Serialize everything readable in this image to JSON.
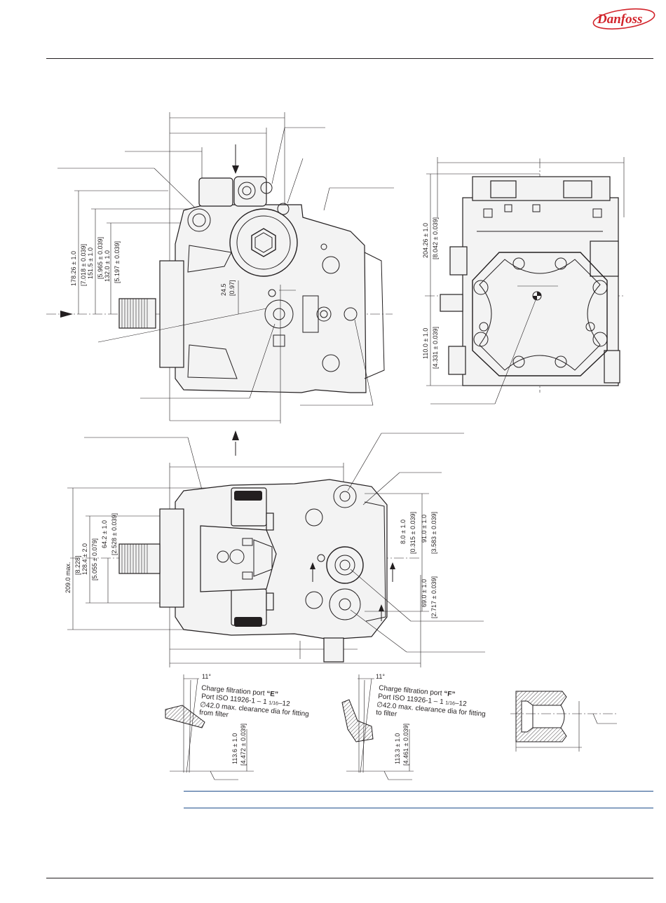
{
  "brand": {
    "logo_text": "Danfoss",
    "color": "#d2232a"
  },
  "dimensions": {
    "side_view": [
      "178.26 ± 1.0",
      "[7.018 ± 0.039]",
      "151.5 ± 1.0",
      "[5.965 ± 0.039]",
      "132.0 ± 1.0",
      "[5.197 ± 0.039]",
      "24.5",
      "[0.97]"
    ],
    "rear_view": [
      "204.26 ± 1.0",
      "[8.042 ± 0.039]",
      "110.0 ± 1.0",
      "[4.331 ± 0.039]"
    ],
    "top_view_left": [
      "209.0 max.",
      "[8.228]",
      "128.4 ± 2.0",
      "[5.055 ± 0.079]",
      "64.2 ± 1.0",
      "[2.528 ± 0.039]"
    ],
    "top_view_right": [
      "8.0 ± 1.0",
      "[0.315 ± 0.039]",
      "91.0 ± 1.0",
      "[3.583 ± 0.039]",
      "69.0 ± 1.0",
      "[2.717 ± 0.039]"
    ]
  },
  "detail_e": {
    "angle": "11°",
    "line1": "Charge filtration port ",
    "line1_port": "“E”",
    "line2": "Port ISO 11926-1 – 1 ",
    "line2_frac": "1/16",
    "line2_end": "–12",
    "line3": "∅42.0 max. clearance dia for fitting",
    "line4": "from filter",
    "dim1": "113.6 ± 1.0",
    "dim2": "[4.472 ± 0.039]"
  },
  "detail_f": {
    "angle": "11°",
    "line1": "Charge filtration port ",
    "line1_port": "“F”",
    "line2": "Port ISO 11926-1 – 1 ",
    "line2_frac": "1/16",
    "line2_end": "–12",
    "line3": "∅42.0 max. clearance dia for fitting",
    "line4": "to filter",
    "dim1": "113.3 ± 1.0",
    "dim2": "[4.461 ± 0.039]"
  }
}
